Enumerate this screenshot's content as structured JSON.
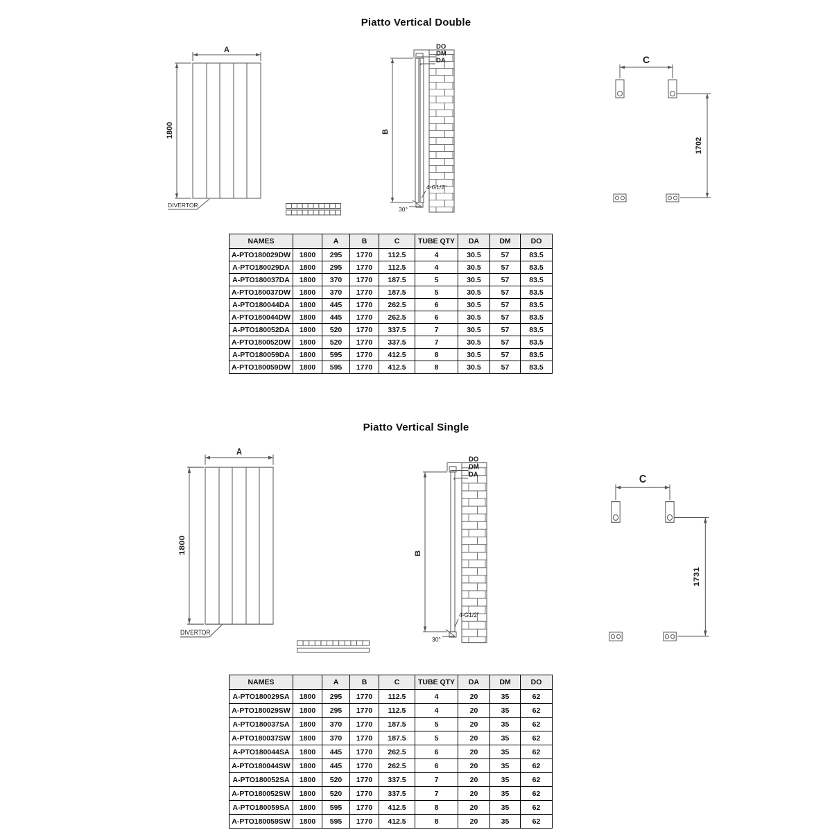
{
  "sections": [
    {
      "title": "Piatto Vertical Double",
      "front": {
        "width_label": "A",
        "height_label": "1800",
        "divertor_label": "DIVERTOR"
      },
      "side": {
        "do_label": "DO",
        "dm_label": "DM",
        "da_label": "DA",
        "height_label": "B",
        "fitting_label": "4-G1/2\"",
        "angle_label": "30°"
      },
      "wall": {
        "width_label": "C",
        "height_label": "1702"
      },
      "table": {
        "headers": [
          "NAMES",
          "",
          "A",
          "B",
          "C",
          "TUBE QTY",
          "DA",
          "DM",
          "DO"
        ],
        "rows": [
          [
            "A-PTO180029DW",
            "1800",
            "295",
            "1770",
            "112.5",
            "4",
            "30.5",
            "57",
            "83.5"
          ],
          [
            "A-PTO180029DA",
            "1800",
            "295",
            "1770",
            "112.5",
            "4",
            "30.5",
            "57",
            "83.5"
          ],
          [
            "A-PTO180037DA",
            "1800",
            "370",
            "1770",
            "187.5",
            "5",
            "30.5",
            "57",
            "83.5"
          ],
          [
            "A-PTO180037DW",
            "1800",
            "370",
            "1770",
            "187.5",
            "5",
            "30.5",
            "57",
            "83.5"
          ],
          [
            "A-PTO180044DA",
            "1800",
            "445",
            "1770",
            "262.5",
            "6",
            "30.5",
            "57",
            "83.5"
          ],
          [
            "A-PTO180044DW",
            "1800",
            "445",
            "1770",
            "262.5",
            "6",
            "30.5",
            "57",
            "83.5"
          ],
          [
            "A-PTO180052DA",
            "1800",
            "520",
            "1770",
            "337.5",
            "7",
            "30.5",
            "57",
            "83.5"
          ],
          [
            "A-PTO180052DW",
            "1800",
            "520",
            "1770",
            "337.5",
            "7",
            "30.5",
            "57",
            "83.5"
          ],
          [
            "A-PTO180059DA",
            "1800",
            "595",
            "1770",
            "412.5",
            "8",
            "30.5",
            "57",
            "83.5"
          ],
          [
            "A-PTO180059DW",
            "1800",
            "595",
            "1770",
            "412.5",
            "8",
            "30.5",
            "57",
            "83.5"
          ]
        ]
      }
    },
    {
      "title": "Piatto Vertical Single",
      "front": {
        "width_label": "A",
        "height_label": "1800",
        "divertor_label": "DIVERTOR"
      },
      "side": {
        "do_label": "DO",
        "dm_label": "DM",
        "da_label": "DA",
        "height_label": "B",
        "fitting_label": "4-G1/2\"",
        "angle_label": "30°"
      },
      "wall": {
        "width_label": "C",
        "height_label": "1731"
      },
      "table": {
        "headers": [
          "NAMES",
          "",
          "A",
          "B",
          "C",
          "TUBE QTY",
          "DA",
          "DM",
          "DO"
        ],
        "rows": [
          [
            "A-PTO180029SA",
            "1800",
            "295",
            "1770",
            "112.5",
            "4",
            "20",
            "35",
            "62"
          ],
          [
            "A-PTO180029SW",
            "1800",
            "295",
            "1770",
            "112.5",
            "4",
            "20",
            "35",
            "62"
          ],
          [
            "A-PTO180037SA",
            "1800",
            "370",
            "1770",
            "187.5",
            "5",
            "20",
            "35",
            "62"
          ],
          [
            "A-PTO180037SW",
            "1800",
            "370",
            "1770",
            "187.5",
            "5",
            "20",
            "35",
            "62"
          ],
          [
            "A-PTO180044SA",
            "1800",
            "445",
            "1770",
            "262.5",
            "6",
            "20",
            "35",
            "62"
          ],
          [
            "A-PTO180044SW",
            "1800",
            "445",
            "1770",
            "262.5",
            "6",
            "20",
            "35",
            "62"
          ],
          [
            "A-PTO180052SA",
            "1800",
            "520",
            "1770",
            "337.5",
            "7",
            "20",
            "35",
            "62"
          ],
          [
            "A-PTO180052SW",
            "1800",
            "520",
            "1770",
            "337.5",
            "7",
            "20",
            "35",
            "62"
          ],
          [
            "A-PTO180059SA",
            "1800",
            "595",
            "1770",
            "412.5",
            "8",
            "20",
            "35",
            "62"
          ],
          [
            "A-PTO180059SW",
            "1800",
            "595",
            "1770",
            "412.5",
            "8",
            "20",
            "35",
            "62"
          ]
        ]
      }
    }
  ]
}
